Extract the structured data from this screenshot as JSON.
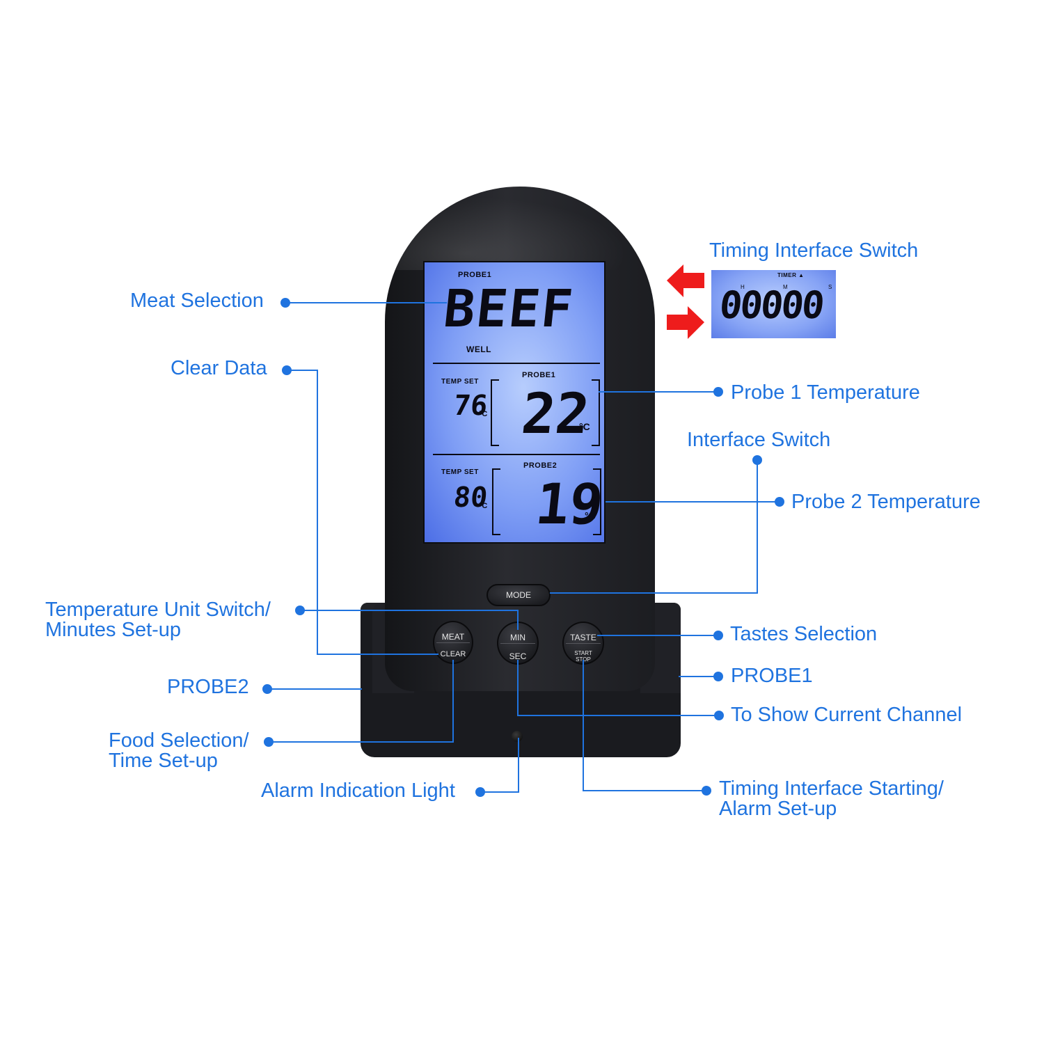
{
  "device": {
    "lcd": {
      "probe1_header": "PROBE1",
      "meat": "BEEF",
      "taste": "WELL",
      "probe1": {
        "temp_set_label": "TEMP SET",
        "set_value": "76",
        "unit": "°C",
        "label": "PROBE1",
        "value": "22"
      },
      "probe2": {
        "temp_set_label": "TEMP SET",
        "set_value": "80",
        "unit": "°C",
        "label": "PROBE2",
        "value": "19"
      }
    },
    "timer_lcd": {
      "label": "TIMER ▲",
      "h": "H",
      "m": "M",
      "s": "S",
      "digits": "00000"
    },
    "buttons": {
      "mode": "MODE",
      "meat": "MEAT",
      "clear": "CLEAR",
      "min": "MIN",
      "sec": "SEC",
      "taste": "TASTE",
      "start": "START",
      "stop": "STOP"
    }
  },
  "labels": {
    "meat_selection": "Meat Selection",
    "clear_data": "Clear Data",
    "temp_unit_switch_1": "Temperature Unit Switch/",
    "temp_unit_switch_2": "Minutes Set-up",
    "probe2": "PROBE2",
    "food_selection_1": "Food Selection/",
    "food_selection_2": "Time Set-up",
    "alarm_light": "Alarm Indication Light",
    "timing_interface_switch": "Timing Interface Switch",
    "probe1_temperature": "Probe 1 Temperature",
    "interface_switch": "Interface Switch",
    "probe2_temperature": "Probe 2 Temperature",
    "tastes_selection": "Tastes Selection",
    "probe1": "PROBE1",
    "show_channel": "To Show Current Channel",
    "timing_start_1": "Timing Interface Starting/",
    "timing_start_2": "Alarm Set-up"
  },
  "colors": {
    "callout": "#1f73df",
    "arrow": "#ee1c1c",
    "lcd": "#8aa6f6",
    "device": "#1e1f23"
  }
}
